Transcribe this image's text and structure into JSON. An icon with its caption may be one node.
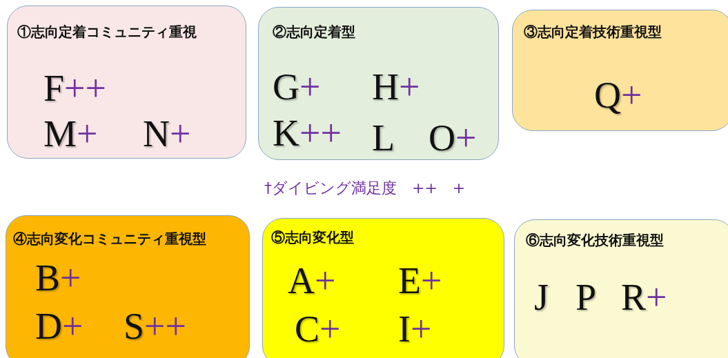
{
  "diagram": {
    "nodes": [
      {
        "text": [
          "①志向定着コミュニティ重視",
          "F++",
          "M+",
          "N+"
        ]
      },
      {
        "text": [
          "②志向定着型",
          "G+",
          "H+",
          "K++",
          "L",
          "O+"
        ]
      },
      {
        "text": [
          "③志向定着技術重視型",
          "Q+"
        ]
      },
      {
        "text": [
          "④志向変化コミュニティ重視型",
          "B+",
          "D+",
          "S++"
        ]
      },
      {
        "text": [
          "⑤志向変化型",
          "A+",
          "E+",
          "C+",
          "I+"
        ]
      },
      {
        "text": [
          "⑥志向変化技術重視型",
          "J",
          "P",
          "R+"
        ]
      }
    ],
    "labels": [
      "†ダイビング満足度　++　+"
    ]
  }
}
